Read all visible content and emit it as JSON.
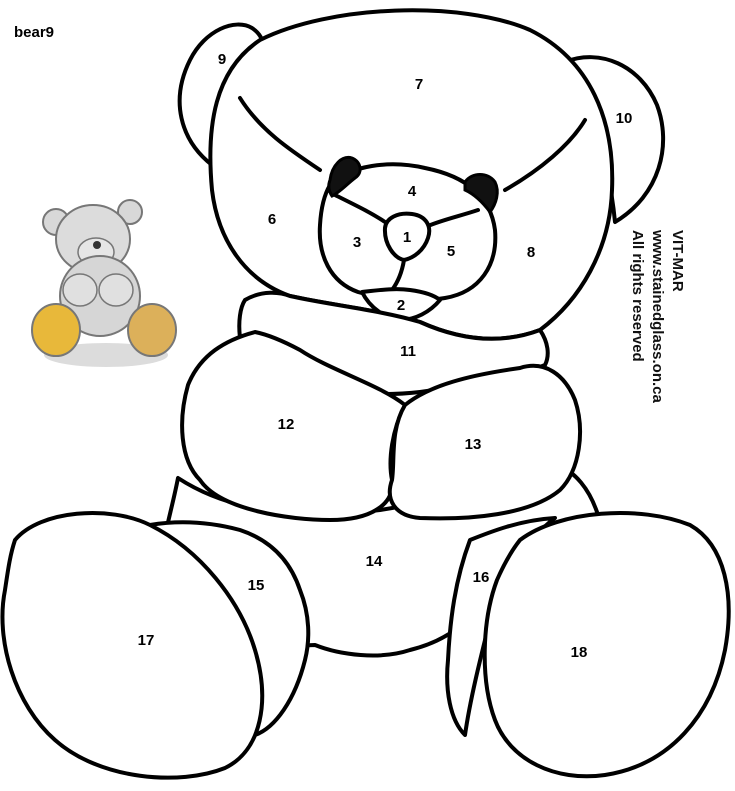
{
  "title": "bear9",
  "credits": {
    "line1": "VIT-MAR",
    "line2": "www.stainedglass.on.ca",
    "line3": "All rights reserved"
  },
  "labels": [
    "1",
    "2",
    "3",
    "4",
    "5",
    "6",
    "7",
    "8",
    "9",
    "10",
    "11",
    "12",
    "13",
    "14",
    "15",
    "16",
    "17",
    "18"
  ],
  "colors": {
    "line": "#000000",
    "fill": "#ffffff",
    "thumbnail_glass": "#d9d9d9",
    "thumbnail_feet": "#e8b83a"
  }
}
